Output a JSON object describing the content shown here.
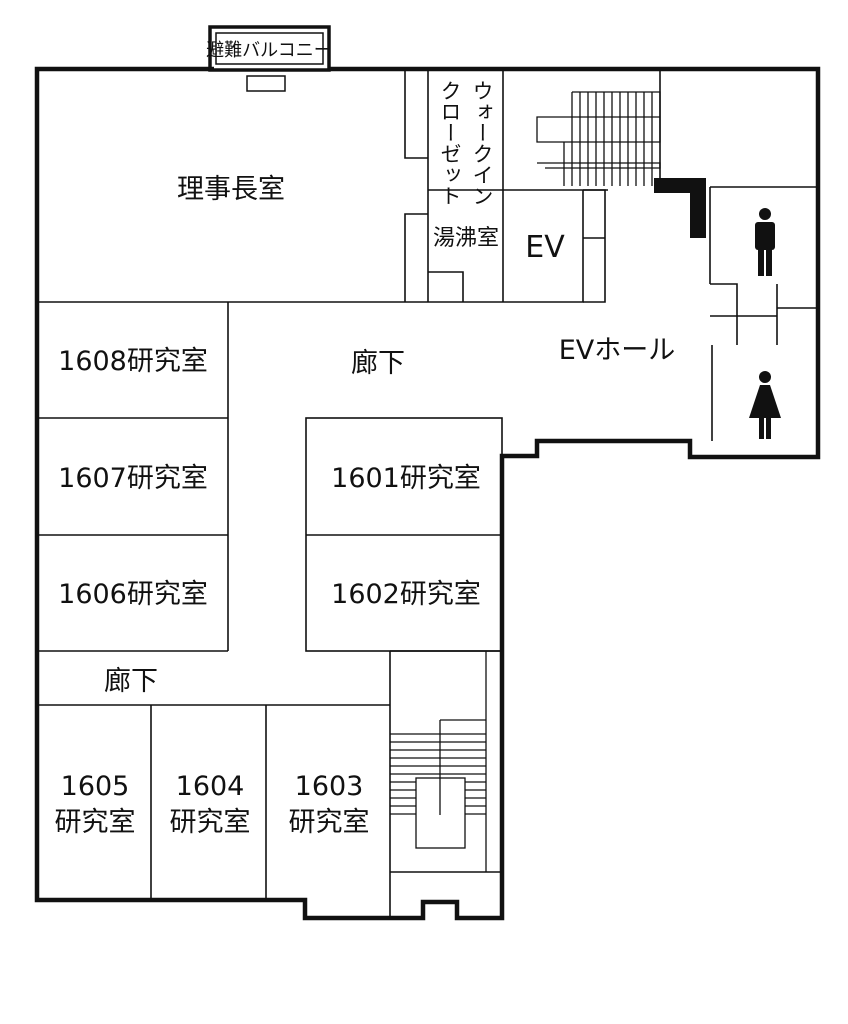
{
  "floor_plan": {
    "balcony_label": "避難バルコニー",
    "rooms": {
      "directors_office": "理事長室",
      "walkin_closet_col1": "ウォークイン",
      "walkin_closet_col2": "クローゼット",
      "kitchenette": "湯沸室",
      "elevator": "EV",
      "elevator_hall": "EVホール",
      "corridor_upper": "廊下",
      "corridor_lower": "廊下",
      "lab_1601": "1601研究室",
      "lab_1602": "1602研究室",
      "lab_1603_number": "1603",
      "lab_1603_name": "研究室",
      "lab_1604_number": "1604",
      "lab_1604_name": "研究室",
      "lab_1605_number": "1605",
      "lab_1605_name": "研究室",
      "lab_1606": "1606研究室",
      "lab_1607": "1607研究室",
      "lab_1608": "1608研究室"
    },
    "icons": {
      "men_restroom": "male-person-icon",
      "women_restroom": "female-person-icon"
    },
    "colors": {
      "line": "#111111",
      "background": "#ffffff"
    }
  }
}
